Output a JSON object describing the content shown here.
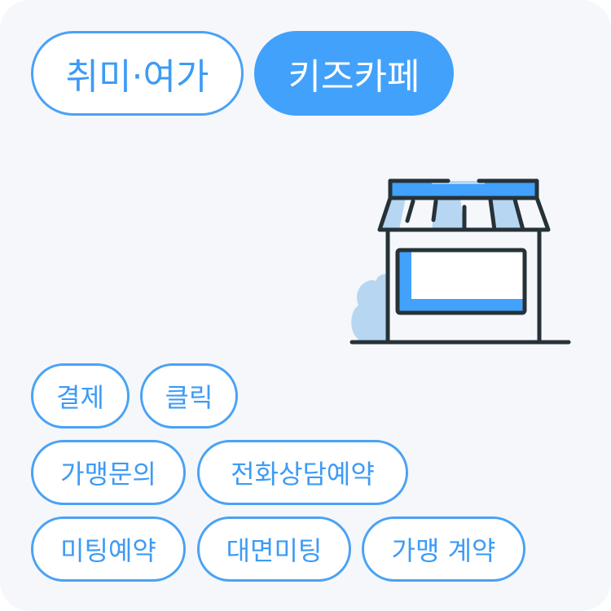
{
  "categories": [
    {
      "label": "취미·여가",
      "active": false
    },
    {
      "label": "키즈카페",
      "active": true
    }
  ],
  "tags": [
    "결제",
    "클릭",
    "가맹문의",
    "전화상담예약",
    "미팅예약",
    "대면미팅",
    "가맹 계약"
  ],
  "colors": {
    "accent": "#42a1fb",
    "light": "#b7d6f2",
    "stroke": "#263238",
    "bg": "#f5f7fa"
  },
  "illustration": "store-icon"
}
